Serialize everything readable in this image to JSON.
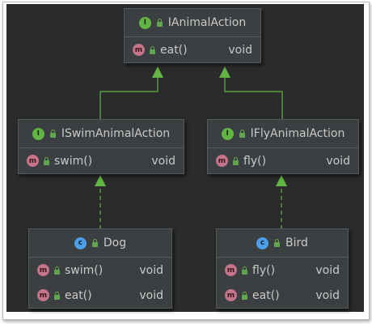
{
  "colors": {
    "background": "#2b2b2b",
    "node": "#3c3f41",
    "edge": "#62b543",
    "interface_badge": "#62b543",
    "class_badge": "#4a9fe8",
    "method_badge": "#c6748a"
  },
  "nodes": {
    "ianimal": {
      "kind_icon": "I",
      "title": "IAnimalAction",
      "methods": [
        {
          "icon": "m",
          "name": "eat()",
          "type": "void"
        }
      ]
    },
    "iswim": {
      "kind_icon": "I",
      "title": "ISwimAnimalAction",
      "methods": [
        {
          "icon": "m",
          "name": "swim()",
          "type": "void"
        }
      ]
    },
    "ifly": {
      "kind_icon": "I",
      "title": "IFlyAnimalAction",
      "methods": [
        {
          "icon": "m",
          "name": "fly()",
          "type": "void"
        }
      ]
    },
    "dog": {
      "kind_icon": "c",
      "title": "Dog",
      "methods": [
        {
          "icon": "m",
          "name": "swim()",
          "type": "void"
        },
        {
          "icon": "m",
          "name": "eat()",
          "type": "void"
        }
      ]
    },
    "bird": {
      "kind_icon": "c",
      "title": "Bird",
      "methods": [
        {
          "icon": "m",
          "name": "fly()",
          "type": "void"
        },
        {
          "icon": "m",
          "name": "eat()",
          "type": "void"
        }
      ]
    }
  },
  "edges": [
    {
      "from": "iswim",
      "to": "ianimal",
      "style": "extends-solid"
    },
    {
      "from": "ifly",
      "to": "ianimal",
      "style": "extends-solid"
    },
    {
      "from": "dog",
      "to": "iswim",
      "style": "implements-dashed"
    },
    {
      "from": "bird",
      "to": "ifly",
      "style": "implements-dashed"
    }
  ]
}
